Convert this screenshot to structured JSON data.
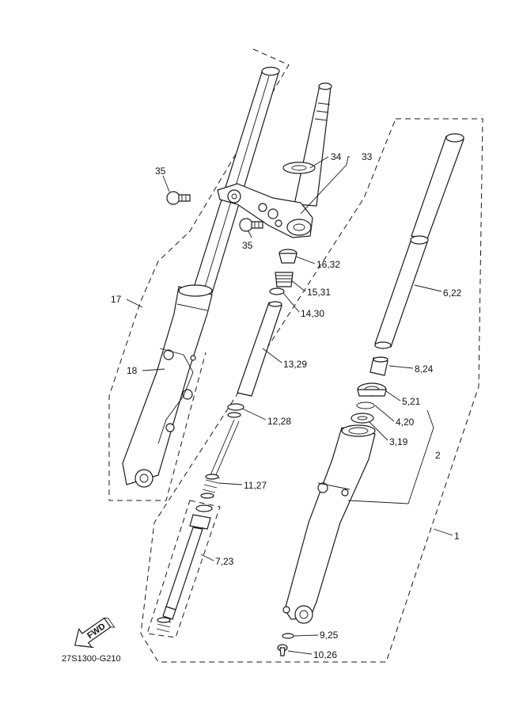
{
  "diagram": {
    "code": "27S1300-G210",
    "fwd_label": "FWD",
    "labels": {
      "p1": "1",
      "p2": "2",
      "p3": "3,19",
      "p4": "4,20",
      "p5": "5,21",
      "p6": "6,22",
      "p7": "7,23",
      "p8": "8,24",
      "p9": "9,25",
      "p10": "10,26",
      "p11": "11,27",
      "p12": "12,28",
      "p13": "13,29",
      "p14": "14,30",
      "p15": "15,31",
      "p16": "16,32",
      "p17": "17",
      "p18": "18",
      "p33": "33",
      "p34": "34",
      "p35a": "35",
      "p35b": "35"
    }
  }
}
